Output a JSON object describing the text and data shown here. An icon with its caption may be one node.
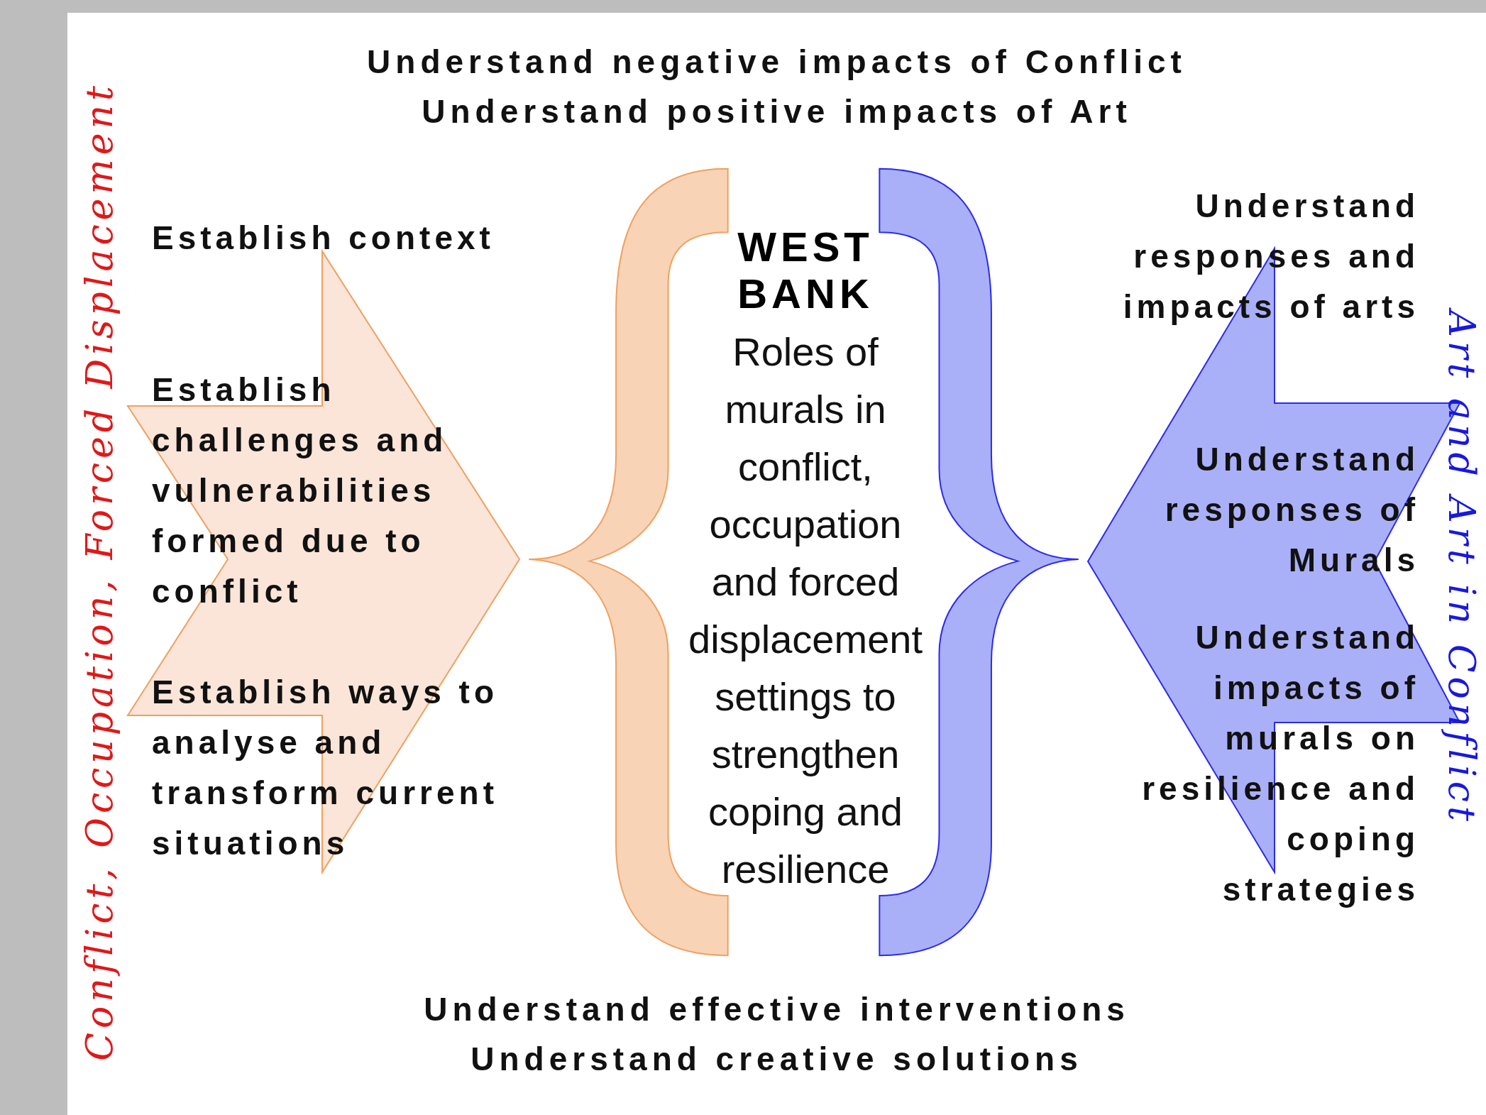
{
  "diagram": {
    "nodes": [
      {
        "text": [
          "Establish context",
          "Establish challenges and vulnerabilities formed due to conflict",
          "Establish ways to analyse and transform current situations"
        ]
      },
      {
        "text": [],
        "shape": "brace"
      },
      {
        "text": [
          "WEST BANK",
          "Roles of murals in conflict, occupation and forced displacement settings to strengthen coping and resilience"
        ]
      },
      {
        "text": [],
        "shape": "brace"
      },
      {
        "text": [
          "Understand responses and impacts of arts",
          "Understand responses of Murals",
          "Understand impacts of murals on resilience and coping strategies"
        ]
      }
    ],
    "labels": [
      "Understand negative impacts of Conflict",
      "Understand positive impacts of Art",
      "Conflict, Occupation, Forced Displacement",
      "Art and Art in Conflict",
      "Understand effective interventions",
      "Understand creative solutions"
    ]
  }
}
